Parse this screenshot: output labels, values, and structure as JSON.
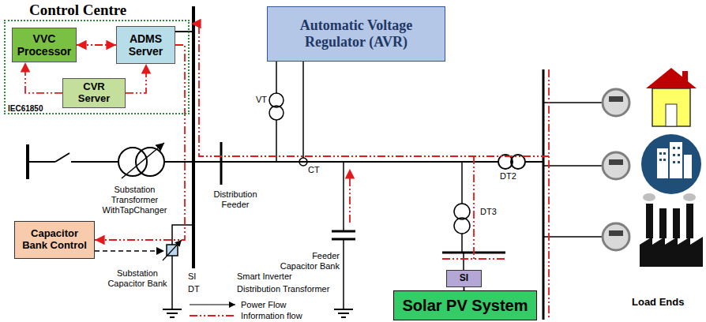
{
  "diagram": {
    "nodes": [
      {
        "text": [
          "Control Centre"
        ]
      },
      {
        "text": [
          "VVC Processor"
        ],
        "in": 0
      },
      {
        "text": [
          "ADMS Server"
        ],
        "in": 0
      },
      {
        "text": [
          "CVR Server"
        ],
        "in": 0
      },
      {
        "text": [
          "Automatic Voltage Regulator (AVR)"
        ]
      },
      {
        "text": [
          "Capacitor Bank Control"
        ]
      },
      {
        "text": [
          "SI"
        ]
      },
      {
        "text": [
          "Solar PV System"
        ]
      }
    ],
    "edges": [
      {
        "from": 1,
        "to": 2,
        "arrow": "both"
      },
      {
        "from": 3,
        "to": 1,
        "arrow": "to"
      },
      {
        "from": 3,
        "to": 2,
        "arrow": "to"
      },
      {
        "from": 2,
        "to": 5,
        "arrow": "to"
      },
      {
        "from": 6,
        "to": 7,
        "arrow": "none"
      }
    ],
    "labels": [
      "IEC61850",
      "VT",
      "CT",
      "Substation Transformer WithTapChanger",
      "Distribution Feeder",
      "Feeder Capacitor Bank",
      "DT3",
      "DT2",
      "Substation Capacitor Bank",
      "SI",
      "Smart Inverter",
      "DT",
      "Distribution Transformer",
      "Load Ends"
    ],
    "legend": [
      {
        "text": "Power Flow"
      },
      {
        "text": "Information flow"
      }
    ]
  }
}
